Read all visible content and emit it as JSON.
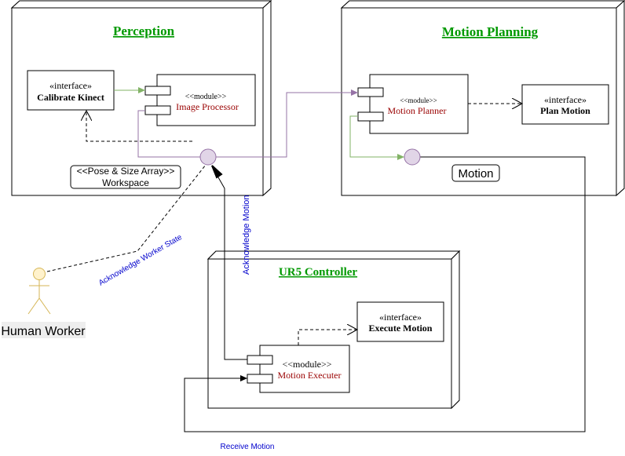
{
  "nodes": {
    "perception": {
      "title": "Perception"
    },
    "motion_planning": {
      "title": "Motion Planning"
    },
    "ur5_controller": {
      "title": "UR5  Controller"
    }
  },
  "interfaces": {
    "calibrate_kinect": {
      "stereotype": "«interface»",
      "name": "Calibrate Kinect"
    },
    "plan_motion": {
      "stereotype": "«interface»",
      "name": "Plan Motion"
    },
    "execute_motion": {
      "stereotype": "«interface»",
      "name": "Execute Motion"
    }
  },
  "modules": {
    "image_processor": {
      "stereotype": "<<module>>",
      "name": "Image Processor"
    },
    "motion_planner": {
      "stereotype": "<<module>>",
      "name": "Motion Planner"
    },
    "motion_executer": {
      "stereotype": "<<module>>",
      "name": "Motion Executer"
    }
  },
  "workspace_box": {
    "line1": "<<Pose & Size Array>>",
    "line2": "Workspace"
  },
  "motion_box": {
    "label": "Motion"
  },
  "actor": {
    "label": "Human Worker"
  },
  "edge_labels": {
    "acknowledge_worker_state": "Acknowledge Worker State",
    "acknowledge_motion": "Acknowledge Motion",
    "receive_motion": "Receive Motion"
  },
  "colors": {
    "node_title": "#009900",
    "module_name": "#990000",
    "link_green": "#82b366",
    "link_purple": "#9673a6",
    "lollipop_fill": "#e1d5e7",
    "actor_fill": "#fff2cc",
    "actor_stroke": "#d6b656",
    "blue_label": "#0000cc",
    "line": "#000000"
  }
}
